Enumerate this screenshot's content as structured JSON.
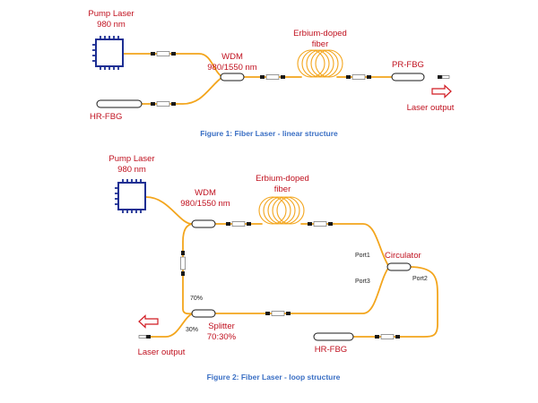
{
  "figure1": {
    "pump_laser_line1": "Pump Laser",
    "pump_laser_line2": "980 nm",
    "wdm_line1": "WDM",
    "wdm_line2": "980/1550 nm",
    "erbium_line1": "Erbium-doped",
    "erbium_line2": "fiber",
    "pr_fbg": "PR-FBG",
    "hr_fbg": "HR-FBG",
    "laser_output": "Laser output",
    "caption": "Figure 1: Fiber Laser - linear structure"
  },
  "figure2": {
    "pump_laser_line1": "Pump Laser",
    "pump_laser_line2": "980 nm",
    "wdm_line1": "WDM",
    "wdm_line2": "980/1550 nm",
    "erbium_line1": "Erbium-doped",
    "erbium_line2": "fiber",
    "circulator": "Circulator",
    "port1": "Port1",
    "port2": "Port2",
    "port3": "Port3",
    "ratio_70": "70%",
    "ratio_30": "30%",
    "splitter_line1": "Splitter",
    "splitter_line2": "70:30%",
    "hr_fbg": "HR-FBG",
    "laser_output": "Laser output",
    "caption": "Figure 2: Fiber Laser - loop structure"
  },
  "colors": {
    "label": "#c0111f",
    "caption": "#3a6fc4",
    "fiber": "#f3a51c",
    "chip": "#1d2f93",
    "arrow": "#d11a22"
  }
}
